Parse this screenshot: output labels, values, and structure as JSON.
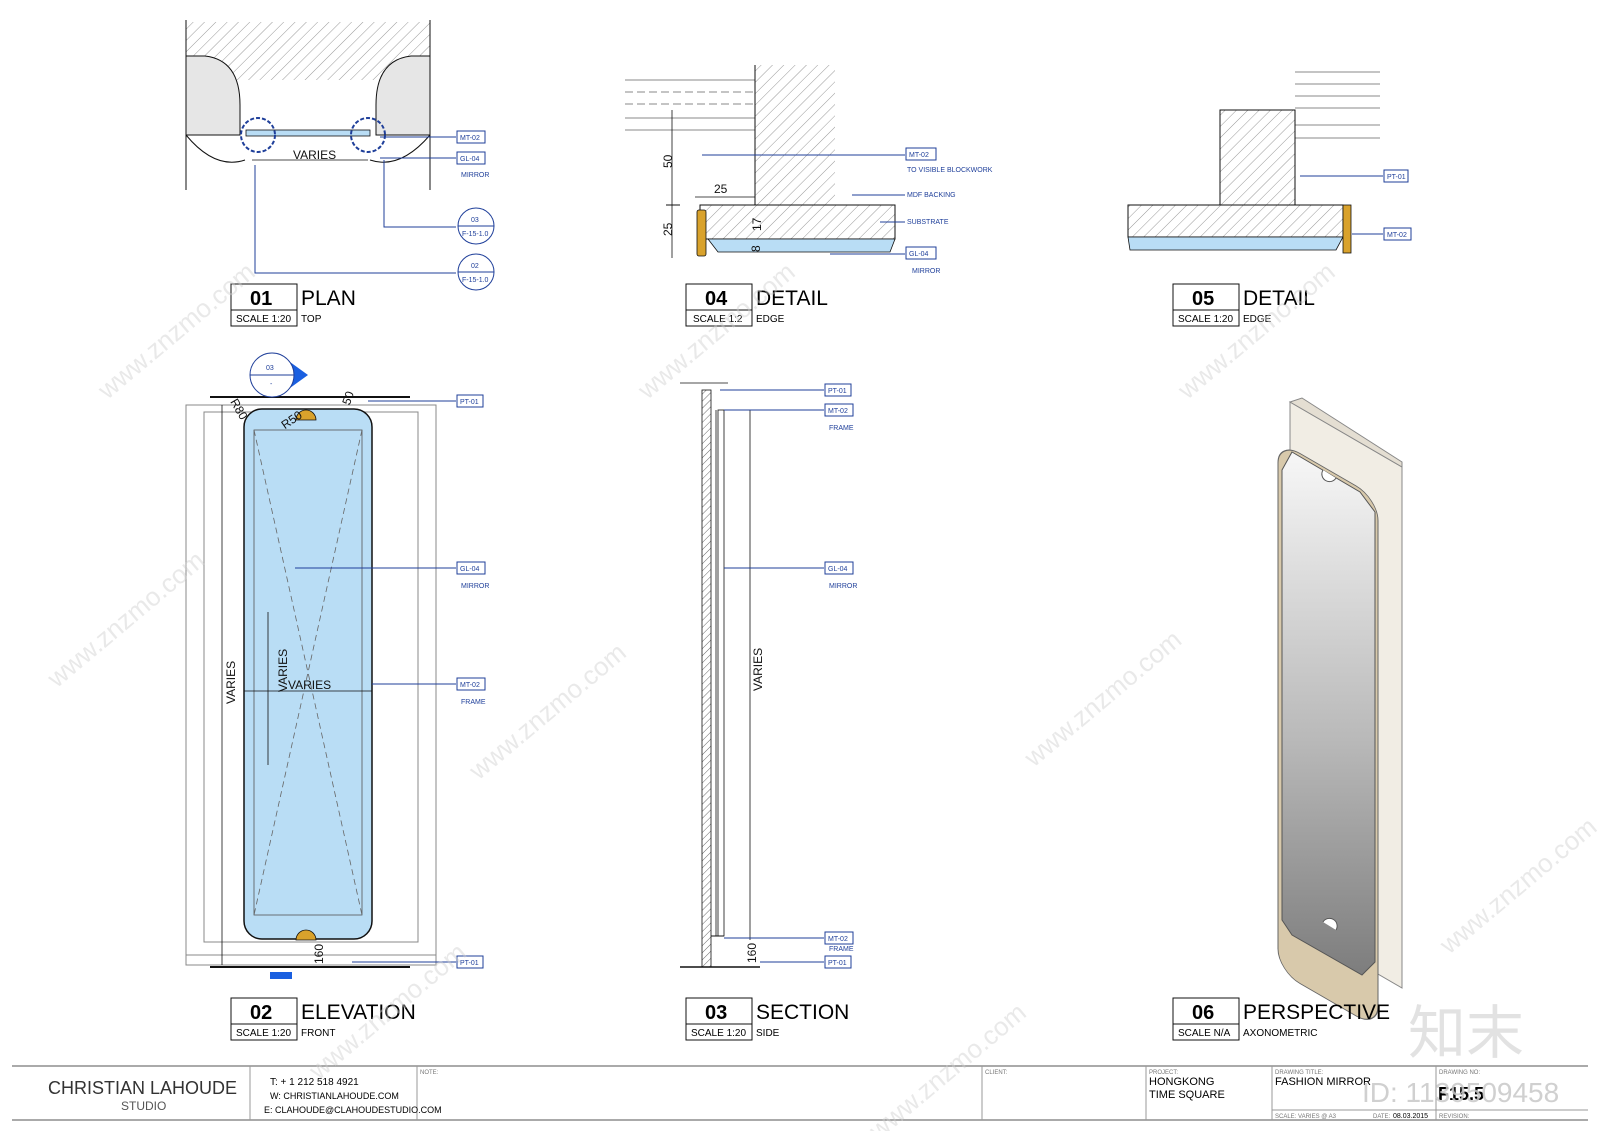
{
  "colors": {
    "blue": "#1f3f9a",
    "mirror": "#b9ddf5",
    "brass": "#d9a22c",
    "ink": "#111111"
  },
  "views": [
    {
      "num": "01",
      "title": "PLAN",
      "scale": "SCALE 1:20",
      "sub": "TOP"
    },
    {
      "num": "04",
      "title": "DETAIL",
      "scale": "SCALE 1:2",
      "sub": "EDGE"
    },
    {
      "num": "05",
      "title": "DETAIL",
      "scale": "SCALE 1:20",
      "sub": "EDGE"
    },
    {
      "num": "02",
      "title": "ELEVATION",
      "scale": "SCALE 1:20",
      "sub": "FRONT"
    },
    {
      "num": "03",
      "title": "SECTION",
      "scale": "SCALE 1:20",
      "sub": "SIDE"
    },
    {
      "num": "06",
      "title": "PERSPECTIVE",
      "scale": "SCALE N/A",
      "sub": "AXONOMETRIC"
    }
  ],
  "plan": {
    "varies": "VARIES",
    "tag_mt02": "MT-02",
    "tag_gl04": "GL-04",
    "note_mirror": "MIRROR",
    "ref1_top": "03",
    "ref1_bot": "F-15-1.0",
    "ref2_top": "02",
    "ref2_bot": "F-15-1.0"
  },
  "detail04": {
    "dim50": "50",
    "dim25a": "25",
    "dim25b": "25",
    "dim17": "17",
    "dim8": "8",
    "tag_mt02": "MT-02",
    "note1": "TO VISIBLE BLOCKWORK",
    "note2": "MDF BACKING",
    "note3": "SUBSTRATE",
    "tag_gl04": "GL-04",
    "note_mirror": "MIRROR"
  },
  "detail05": {
    "tag_pt01": "PT-01",
    "tag_mt02": "MT-02"
  },
  "elevation": {
    "ref_top": "03",
    "ref_bot": "-",
    "r80": "R80",
    "r50": "R50",
    "d50": "50",
    "varies1": "VARIES",
    "varies2": "VARIES",
    "varies3": "VARIES",
    "d160": "160",
    "tag_pt01": "PT-01",
    "tag_gl04": "GL-04",
    "note_mirror": "MIRROR",
    "tag_mt02": "MT-02",
    "note_frame": "FRAME",
    "tag_pt01b": "PT-01"
  },
  "section": {
    "tag_pt01": "PT-01",
    "tag_mt02": "MT-02",
    "note_frame": "FRAME",
    "tag_gl04": "GL-04",
    "note_mirror": "MIRROR",
    "varies": "VARIES",
    "d160": "160",
    "tag_mt02b": "MT-02",
    "note_frame2": "FRAME",
    "tag_pt01b": "PT-01"
  },
  "titleblock": {
    "studio_name": "CHRISTIAN LAHOUDE",
    "studio_sub": "STUDIO",
    "phone": "T: + 1 212 518 4921",
    "web": "W: CHRISTIANLAHOUDE.COM",
    "email": "E: CLAHOUDE@CLAHOUDESTUDIO.COM",
    "note_label": "NOTE:",
    "client_label": "CLIENT:",
    "project_label": "PROJECT:",
    "project1": "HONGKONG",
    "project2": "TIME SQUARE",
    "title_label": "DRAWING TITLE:",
    "drawing_title": "FASHION MIRROR",
    "scale_label": "SCALE: VARIES @ A3",
    "date_label": "DATE:",
    "date": "08.03.2015",
    "dwgno_label": "DRAWING NO:",
    "dwgno": "F15.5",
    "revision_label": "REVISION:"
  },
  "watermark": {
    "logo": "知末",
    "id_text": "ID: 1139509458",
    "tile": "www.znzmo.com"
  }
}
